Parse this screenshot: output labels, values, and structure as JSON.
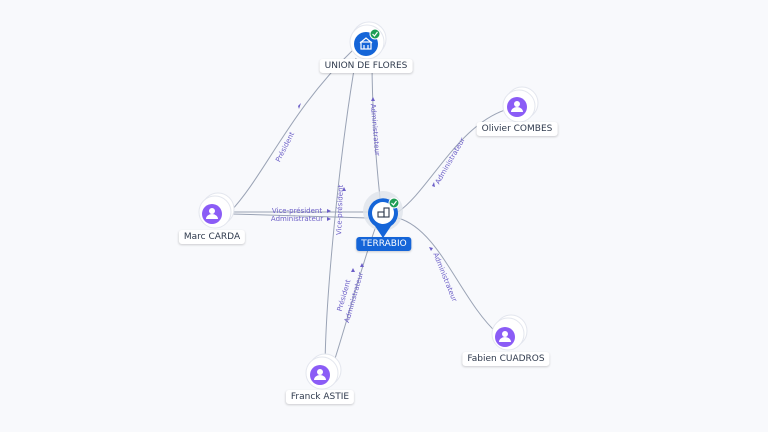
{
  "graph": {
    "companies": {
      "union": {
        "label": "UNION DE FLORES",
        "icon": "building-icon",
        "verified": true
      },
      "terrabio": {
        "label": "TERRABIO",
        "icon": "building-icon",
        "verified": true
      }
    },
    "people": {
      "marc": {
        "label": "Marc CARDA",
        "icon": "person-icon"
      },
      "olivier": {
        "label": "Olivier COMBES",
        "icon": "person-icon"
      },
      "fabien": {
        "label": "Fabien CUADROS",
        "icon": "person-icon"
      },
      "franck": {
        "label": "Franck ASTIE",
        "icon": "person-icon"
      }
    },
    "relations": {
      "marc_union": "Président",
      "marc_terrabio_1": "Vice-président",
      "marc_terrabio_2": "Administrateur",
      "union_terrabio": "Administrateur",
      "franck_union": "Vice-président",
      "franck_terrabio_1": "Président",
      "franck_terrabio_2": "Administrateur",
      "olivier_terrabio": "Administrateur",
      "fabien_terrabio": "Administrateur"
    },
    "colors": {
      "accent": "#1565d8",
      "person": "#8b5cf6",
      "verified": "#1e9e55",
      "relation_text": "#6c5fc7",
      "edge": "#9aa3b5"
    }
  }
}
